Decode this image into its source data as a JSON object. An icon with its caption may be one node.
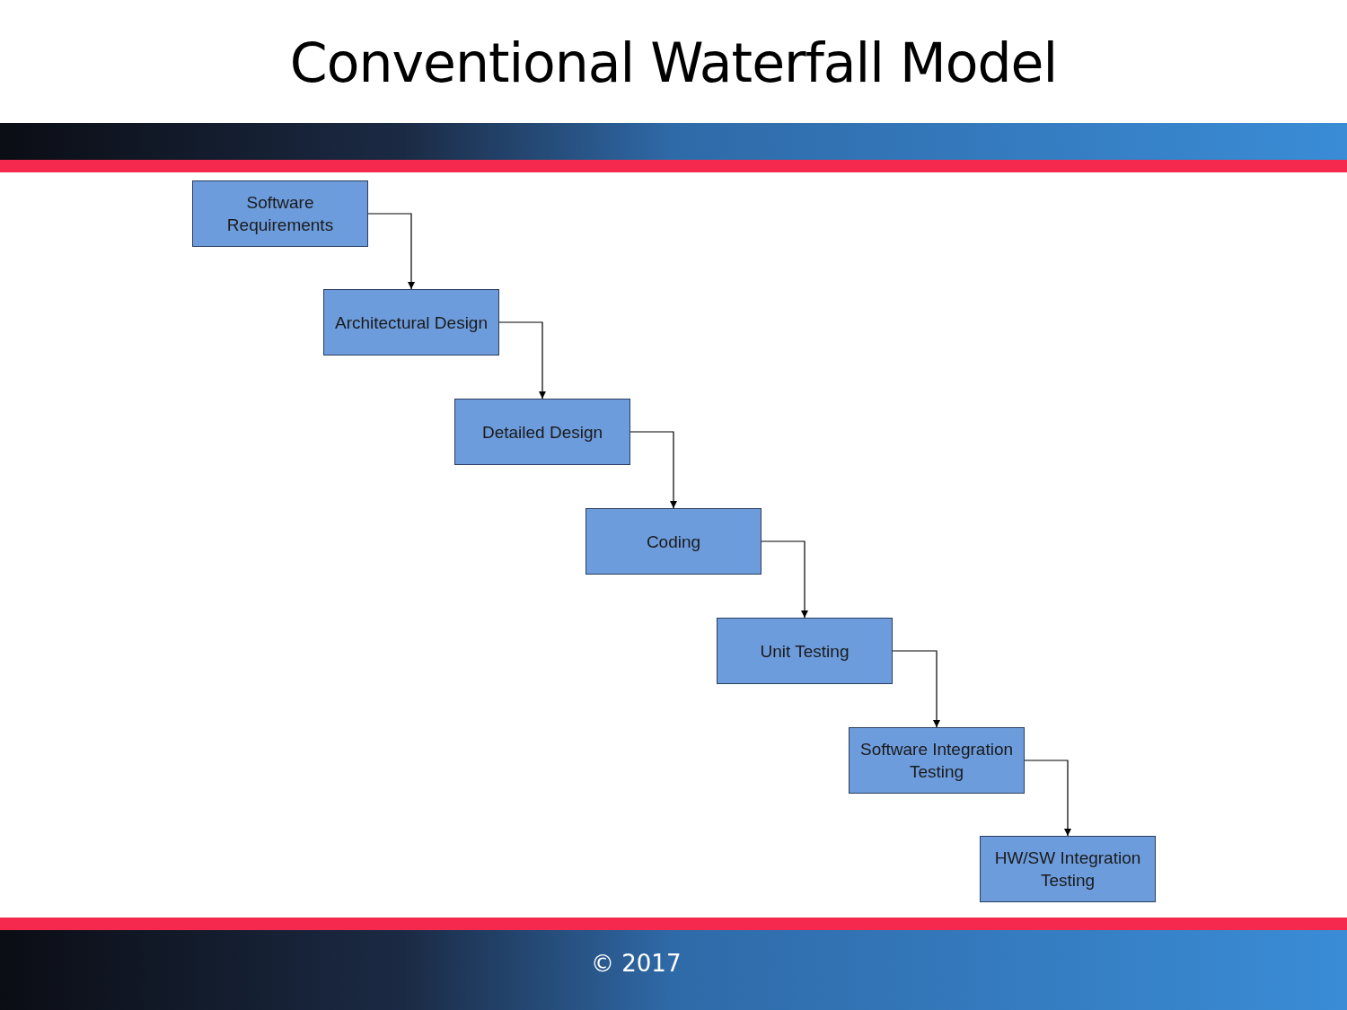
{
  "diagram": {
    "title": "Conventional Waterfall Model",
    "nodes": [
      {
        "text": [
          "Software Requirements"
        ]
      },
      {
        "text": [
          "Architectural Design"
        ]
      },
      {
        "text": [
          "Detailed Design"
        ]
      },
      {
        "text": [
          "Coding"
        ]
      },
      {
        "text": [
          "Unit Testing"
        ]
      },
      {
        "text": [
          "Software Integration Testing"
        ]
      },
      {
        "text": [
          "HW/SW Integration Testing"
        ]
      }
    ],
    "edges": [
      {
        "from": 0,
        "to": 1,
        "arrow": "to"
      },
      {
        "from": 1,
        "to": 2,
        "arrow": "to"
      },
      {
        "from": 2,
        "to": 3,
        "arrow": "to"
      },
      {
        "from": 3,
        "to": 4,
        "arrow": "to"
      },
      {
        "from": 4,
        "to": 5,
        "arrow": "to"
      },
      {
        "from": 5,
        "to": 6,
        "arrow": "to"
      }
    ],
    "labels": [
      "© 2017"
    ]
  }
}
